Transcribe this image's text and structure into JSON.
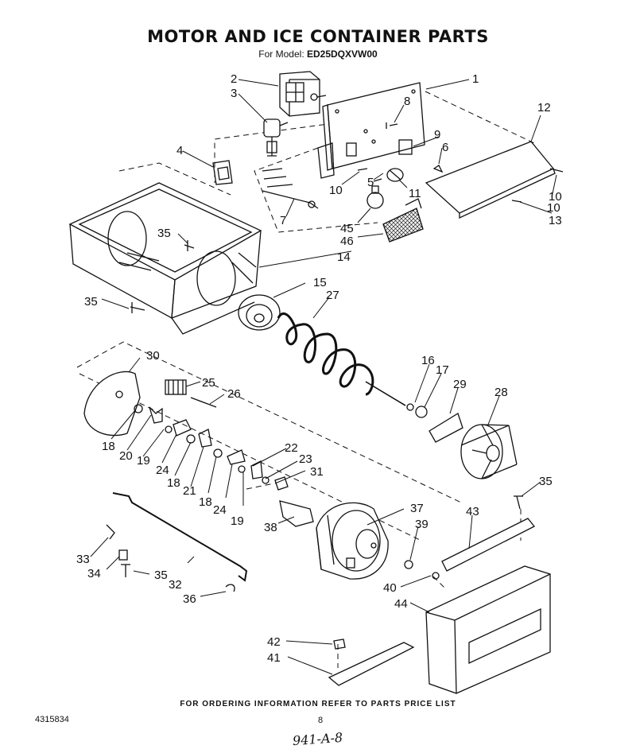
{
  "header": {
    "title": "MOTOR AND ICE CONTAINER PARTS",
    "model_prefix": "For Model:",
    "model": "ED25DQXVW00"
  },
  "callouts": [
    "1",
    "2",
    "3",
    "4",
    "5",
    "6",
    "7",
    "8",
    "9",
    "10",
    "10",
    "10",
    "11",
    "12",
    "13",
    "14",
    "15",
    "16",
    "17",
    "18",
    "18",
    "18",
    "19",
    "19",
    "20",
    "21",
    "22",
    "23",
    "24",
    "24",
    "25",
    "26",
    "27",
    "28",
    "29",
    "30",
    "31",
    "32",
    "33",
    "34",
    "35",
    "35",
    "35",
    "35",
    "36",
    "37",
    "38",
    "39",
    "40",
    "41",
    "42",
    "43",
    "44",
    "45",
    "46"
  ],
  "footer": {
    "note": "FOR ORDERING INFORMATION REFER TO PARTS PRICE LIST",
    "part_number": "4315834",
    "page": "8",
    "handwritten": "941-A-8"
  }
}
